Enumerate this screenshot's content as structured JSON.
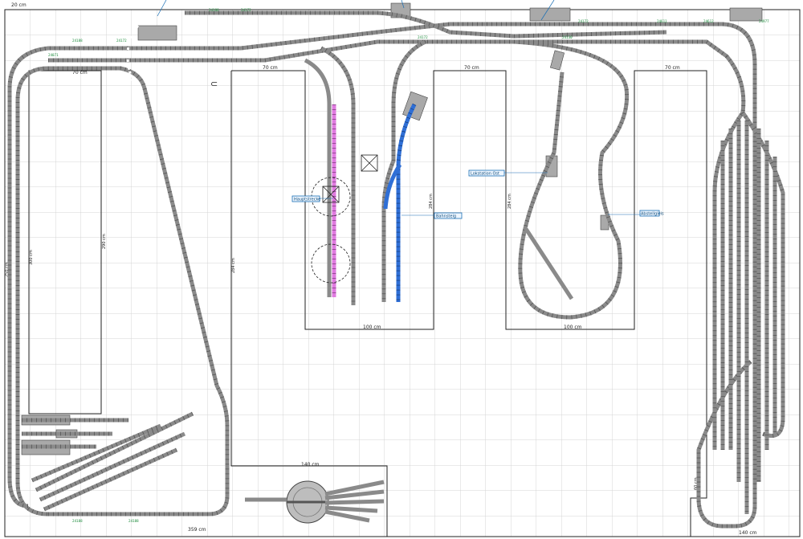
{
  "plan": {
    "colors": {
      "grid": "#d4d4d4",
      "border": "#222222",
      "track": "#8a8a8a",
      "rail": "#3b3b3b",
      "label_green": "#1a8a3a",
      "magenta": "#e07be0",
      "blue": "#2f6fd6",
      "building": "#a9a9a9",
      "callout": "#1a6fb5"
    },
    "dimensions": {
      "top_left": "20 cm",
      "top_mid": "70 cm",
      "top_mid2": "70 cm",
      "top_right": "70 cm",
      "bottom": "359 cm",
      "bottom_right": "140 cm",
      "lower_mid": "140 cm",
      "mid1": "100 cm",
      "mid2": "100 cm",
      "left_v": "250 cm",
      "v1": "300 cm",
      "v2": "290 cm",
      "v3": "284 cm",
      "v4": "284 cm",
      "v5": "60 cm",
      "side": "284 cm",
      "mid_left": "70 cm"
    },
    "callouts": {
      "c1": "Hauptstrecke",
      "c2": "Lokstation Ost",
      "c3": "Bahnsteig",
      "c4": "Abstellgleis"
    },
    "track_codes": [
      "24188",
      "24172",
      "24130",
      "24612",
      "24611",
      "24977",
      "24071"
    ]
  }
}
